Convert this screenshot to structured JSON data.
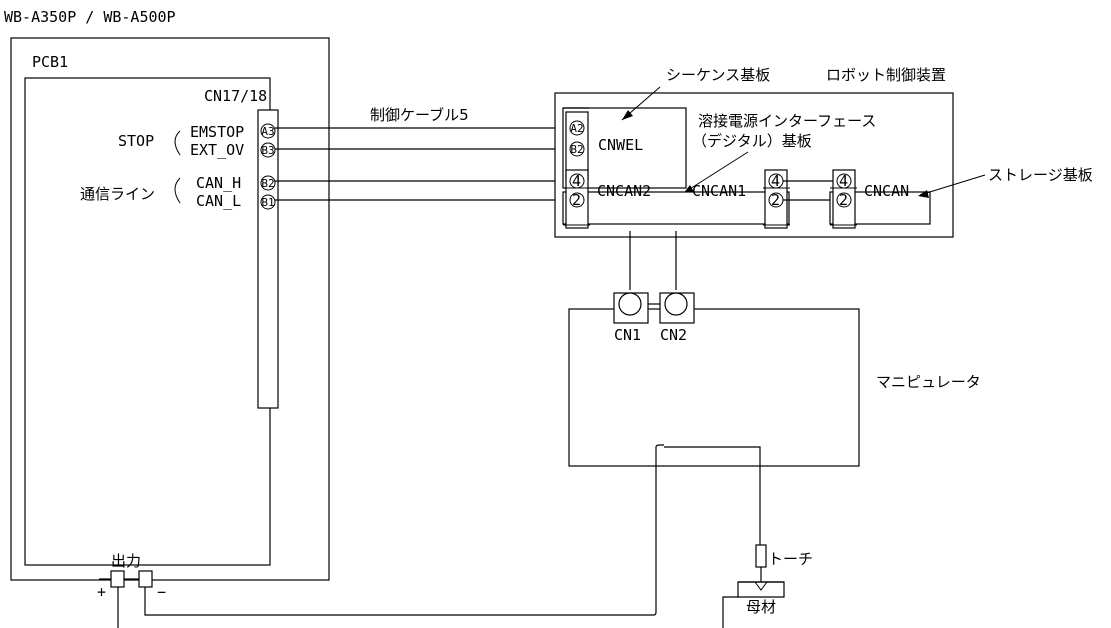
{
  "header": {
    "model": "WB-A350P / WB-A500P"
  },
  "welder": {
    "pcb": "PCB1",
    "connector": "CN17/18",
    "stop_group": "STOP",
    "comm_group": "通信ライン",
    "signals": [
      {
        "name": "EMSTOP",
        "pin": "A3"
      },
      {
        "name": "EXT_OV",
        "pin": "B3"
      },
      {
        "name": "CAN_H",
        "pin": "B2"
      },
      {
        "name": "CAN_L",
        "pin": "B1"
      }
    ],
    "output_label": "出力",
    "plus": "+",
    "minus": "−"
  },
  "cable_label": "制御ケーブル5",
  "controller": {
    "title": "ロボット制御装置",
    "sequence_board": "シーケンス基板",
    "interface_board_line1": "溶接電源インターフェース",
    "interface_board_line2": "（デジタル）基板",
    "storage_board": "ストレージ基板",
    "cnwel": {
      "name": "CNWEL",
      "pins": [
        "A2",
        "B2"
      ]
    },
    "cncan2": {
      "name": "CNCAN2",
      "pins": [
        "4",
        "2"
      ]
    },
    "cncan1": {
      "name": "CNCAN1",
      "pins": [
        "4",
        "2"
      ]
    },
    "cncan": {
      "name": "CNCAN",
      "pins": [
        "4",
        "2"
      ]
    }
  },
  "manipulator": {
    "label": "マニピュレータ",
    "cn1": "CN1",
    "cn2": "CN2",
    "torch": "トーチ",
    "base_metal": "母材"
  }
}
